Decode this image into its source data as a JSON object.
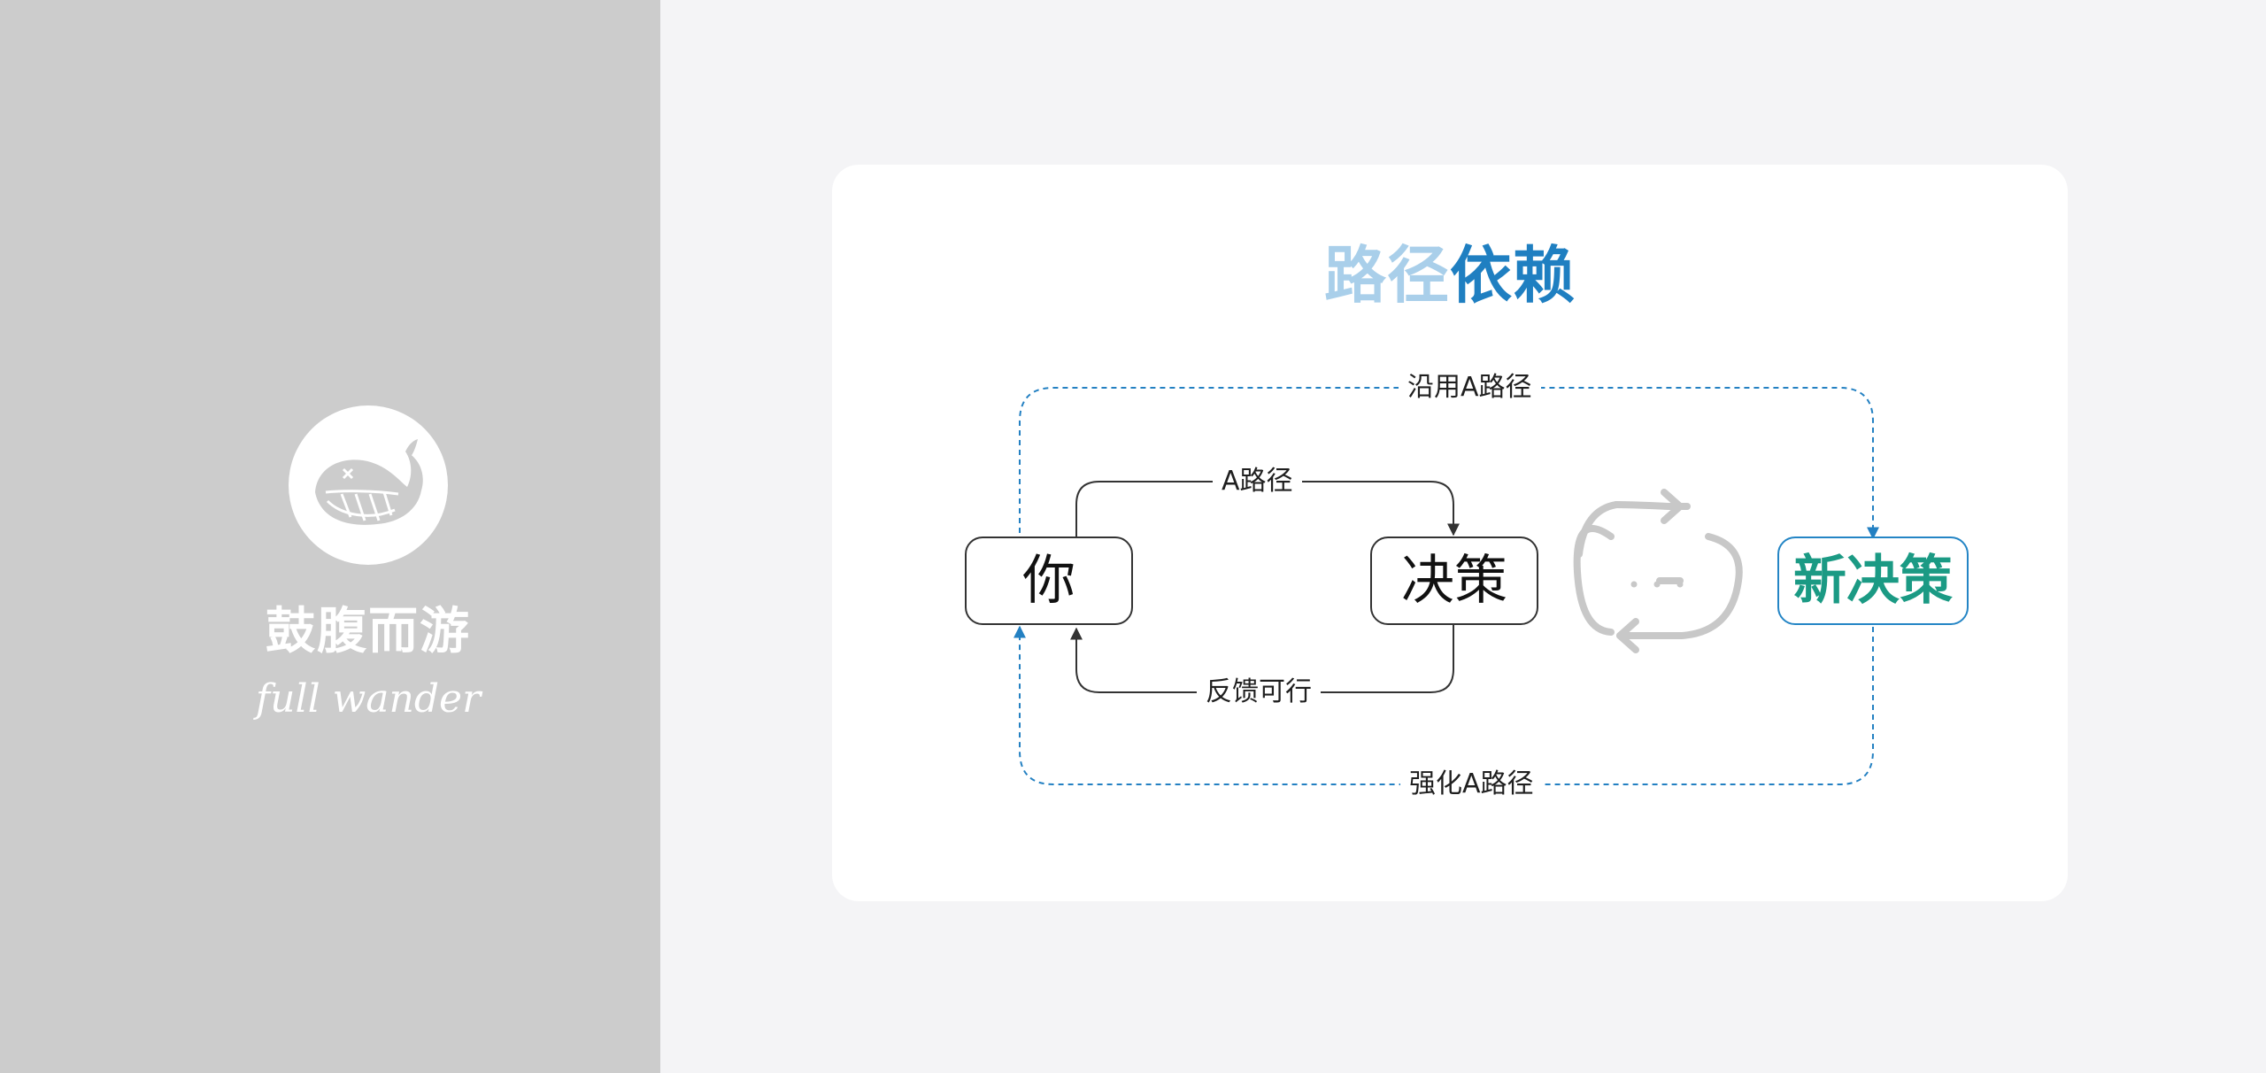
{
  "sidebar": {
    "brand_name": "鼓腹而游",
    "brand_subtitle": "full wander",
    "logo_icon": "whale-logo-icon",
    "background_color": "#cccccc"
  },
  "diagram": {
    "title_part1": "路径",
    "title_part2": "依赖",
    "title_colors": [
      "#a9cfea",
      "#1f7fc1"
    ],
    "nodes": {
      "you": "你",
      "decision": "决策",
      "new_decision": "新决策"
    },
    "edges": {
      "a_path": "A路径",
      "feedback": "反馈可行",
      "follow_a_path": "沿用A路径",
      "reinforce_a_path": "强化A路径"
    },
    "cycle_icon": "repeat-cycle-icon",
    "colors": {
      "dashed_edge": "#2380c2",
      "solid_edge": "#333333",
      "cycle_icon": "#c8c8c8",
      "new_decision_text": "#1b9a84"
    }
  }
}
